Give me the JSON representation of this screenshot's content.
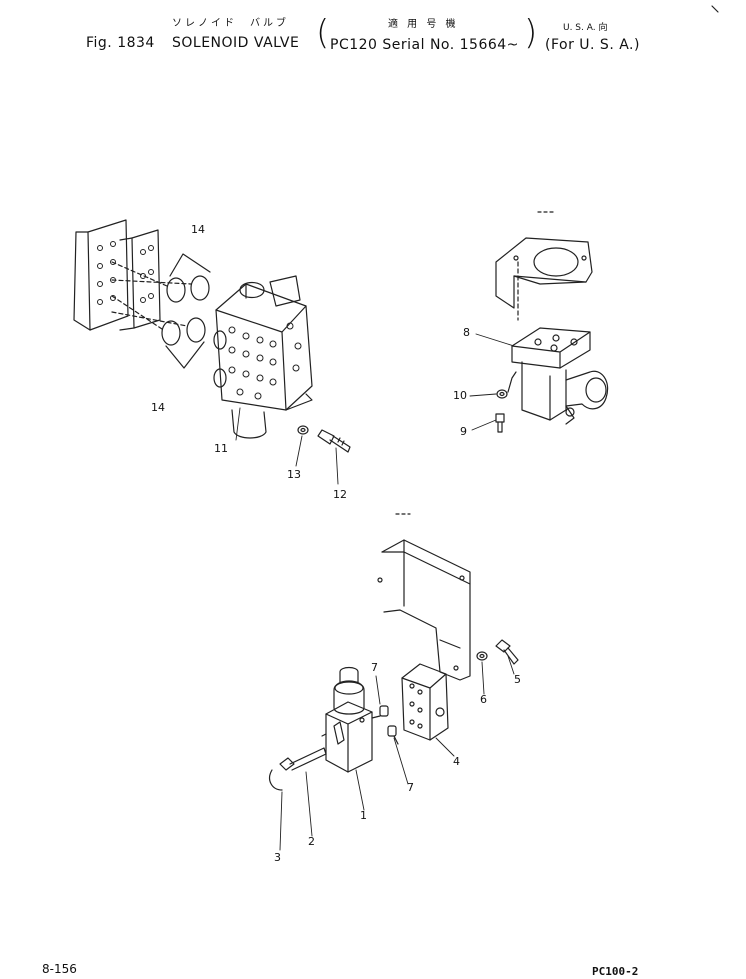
{
  "header": {
    "fig_label": "Fig. 1834",
    "title_kana": "ソレノイド　バルブ",
    "title": "SOLENOID VALVE",
    "applic_kana": "適 用 号 機",
    "applic": "PC120 Serial No. 15664~",
    "region_kana": "U. S. A. 向",
    "region": "(For U. S. A.)"
  },
  "callouts": {
    "c14a": "14",
    "c14b": "14",
    "c11": "11",
    "c13": "13",
    "c12": "12",
    "c8": "8",
    "c10": "10",
    "c9": "9",
    "c7a": "7",
    "c7b": "7",
    "c5": "5",
    "c6": "6",
    "c4": "4",
    "c1": "1",
    "c2": "2",
    "c3": "3"
  },
  "footer": {
    "page": "8-156",
    "model": "PC100-2"
  }
}
